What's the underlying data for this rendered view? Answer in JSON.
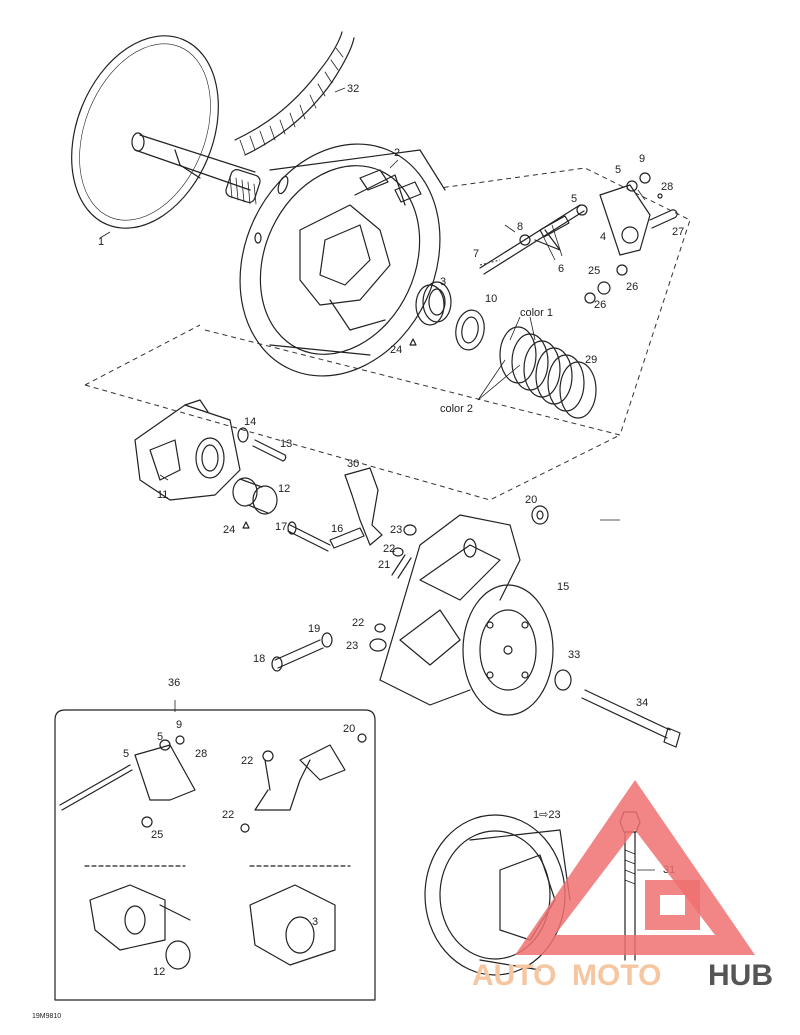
{
  "labels": {
    "l1": "1",
    "l2": "2",
    "l3": "3",
    "l4": "4",
    "l5a": "5",
    "l5b": "5",
    "l6": "6",
    "l7": "7",
    "l8": "8",
    "l9": "9",
    "l10": "10",
    "l11": "11",
    "l12": "12",
    "l13": "13",
    "l14": "14",
    "l15": "15",
    "l16": "16",
    "l17": "17",
    "l18": "18",
    "l19": "19",
    "l20": "20",
    "l21": "21",
    "l22a": "22",
    "l22b": "22",
    "l23a": "23",
    "l23b": "23",
    "l24a": "24",
    "l24b": "24",
    "l25": "25",
    "l26a": "26",
    "l26b": "26",
    "l27": "27",
    "l28": "28",
    "l29": "29",
    "l30": "30",
    "l31": "31",
    "l32": "32",
    "l33": "33",
    "l34": "34",
    "l36": "36",
    "color1": "color 1",
    "color2": "color 2",
    "inset_l5a": "5",
    "inset_l5b": "5",
    "inset_l9": "9",
    "inset_l28": "28",
    "inset_l25": "25",
    "inset_l20": "20",
    "inset_l22a": "22",
    "inset_l22b": "22",
    "inset_l3": "3",
    "inset_l12": "12",
    "ref_1_23": "1⇨23"
  },
  "drawing_code": "19M9810",
  "watermark": {
    "text_auto": "AUTO",
    "text_moto": "MOTO",
    "text_hub": "HUB",
    "color_triangle": "#f07070",
    "color_auto": "#f5c6a0",
    "color_hub": "#555555"
  },
  "colors": {
    "line": "#222222",
    "dash": "#333333"
  }
}
